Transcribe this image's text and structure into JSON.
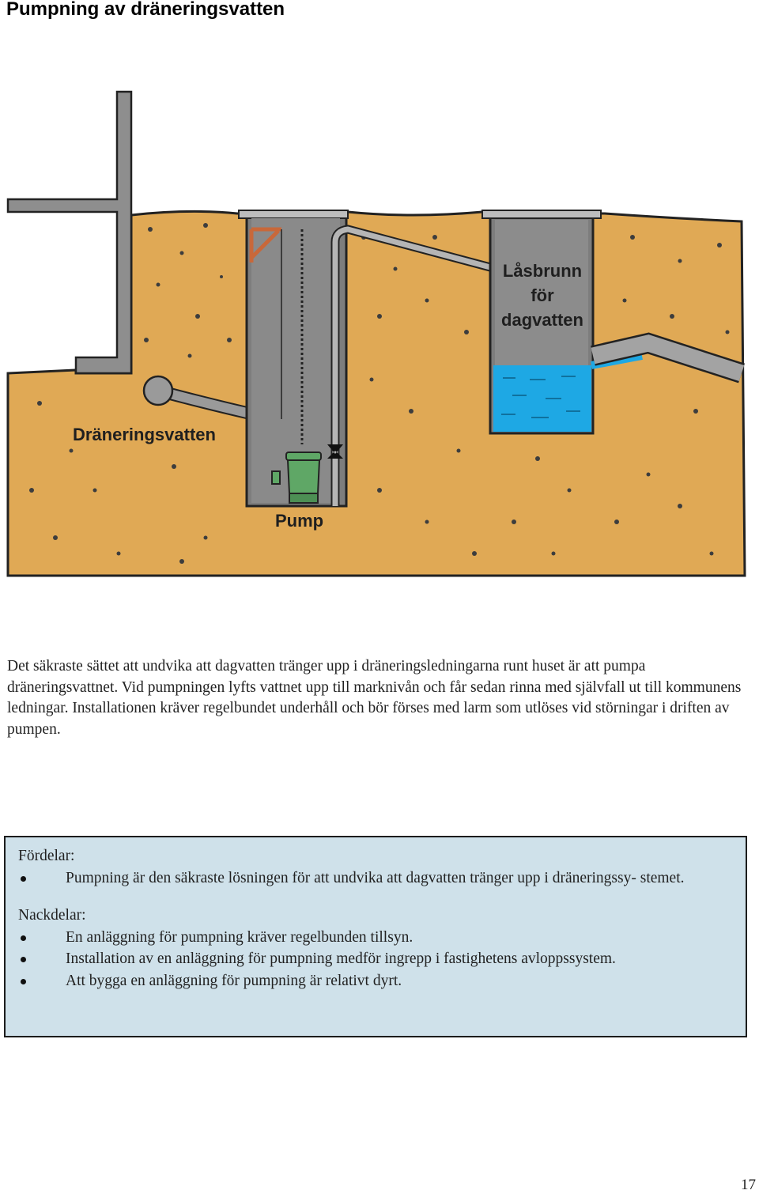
{
  "page": {
    "heading": "Pumpning av dräneringsvatten",
    "page_number": "17"
  },
  "diagram": {
    "label_drain": "Dräneringsvatten",
    "label_pump": "Pump",
    "label_well": [
      "Låsbrunn",
      "för",
      "dagvatten"
    ],
    "colors": {
      "soil": "#e0a955",
      "concrete": "#8e8e8e",
      "water": "#1ea8e4",
      "pump": "#5fa766",
      "bracket": "#c8683a"
    }
  },
  "paragraph": "Det säkraste sättet att undvika att dagvatten tränger upp i dräneringsledningarna runt huset är att pumpa dräneringsvattnet. Vid pumpningen lyfts vattnet upp till marknivån och får sedan rinna med självfall ut till kommunens ledningar. Installationen kräver regelbundet underhåll och bör förses med larm som utlöses vid störningar i driften av pumpen.",
  "info_box": {
    "pros_heading": "Fördelar:",
    "pros": [
      "Pumpning är den säkraste lösningen för att undvika att dagvatten tränger upp i dräneringssy- stemet."
    ],
    "cons_heading": "Nackdelar:",
    "cons": [
      "En anläggning för pumpning kräver regelbunden tillsyn.",
      "Installation av en anläggning för pumpning medför ingrepp i fastighetens avloppssystem.",
      "Att bygga en anläggning för pumpning är relativt dyrt."
    ]
  }
}
